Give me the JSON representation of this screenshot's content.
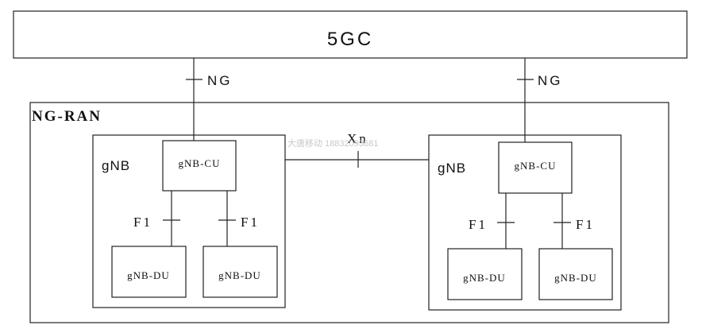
{
  "core": {
    "label": "5GC"
  },
  "ran": {
    "label": "NG-RAN"
  },
  "interfaces": {
    "ng_left": "NG",
    "ng_right": "NG",
    "xn": "Xn",
    "f1_left_a": "F1",
    "f1_left_b": "F1",
    "f1_right_a": "F1",
    "f1_right_b": "F1"
  },
  "gnb_left": {
    "label": "gNB",
    "cu": "gNB-CU",
    "du_a": "gNB-DU",
    "du_b": "gNB-DU"
  },
  "gnb_right": {
    "label": "gNB",
    "cu": "gNB-CU",
    "du_a": "gNB-DU",
    "du_b": "gNB-DU"
  },
  "watermark": "大唐移动 18832093681"
}
